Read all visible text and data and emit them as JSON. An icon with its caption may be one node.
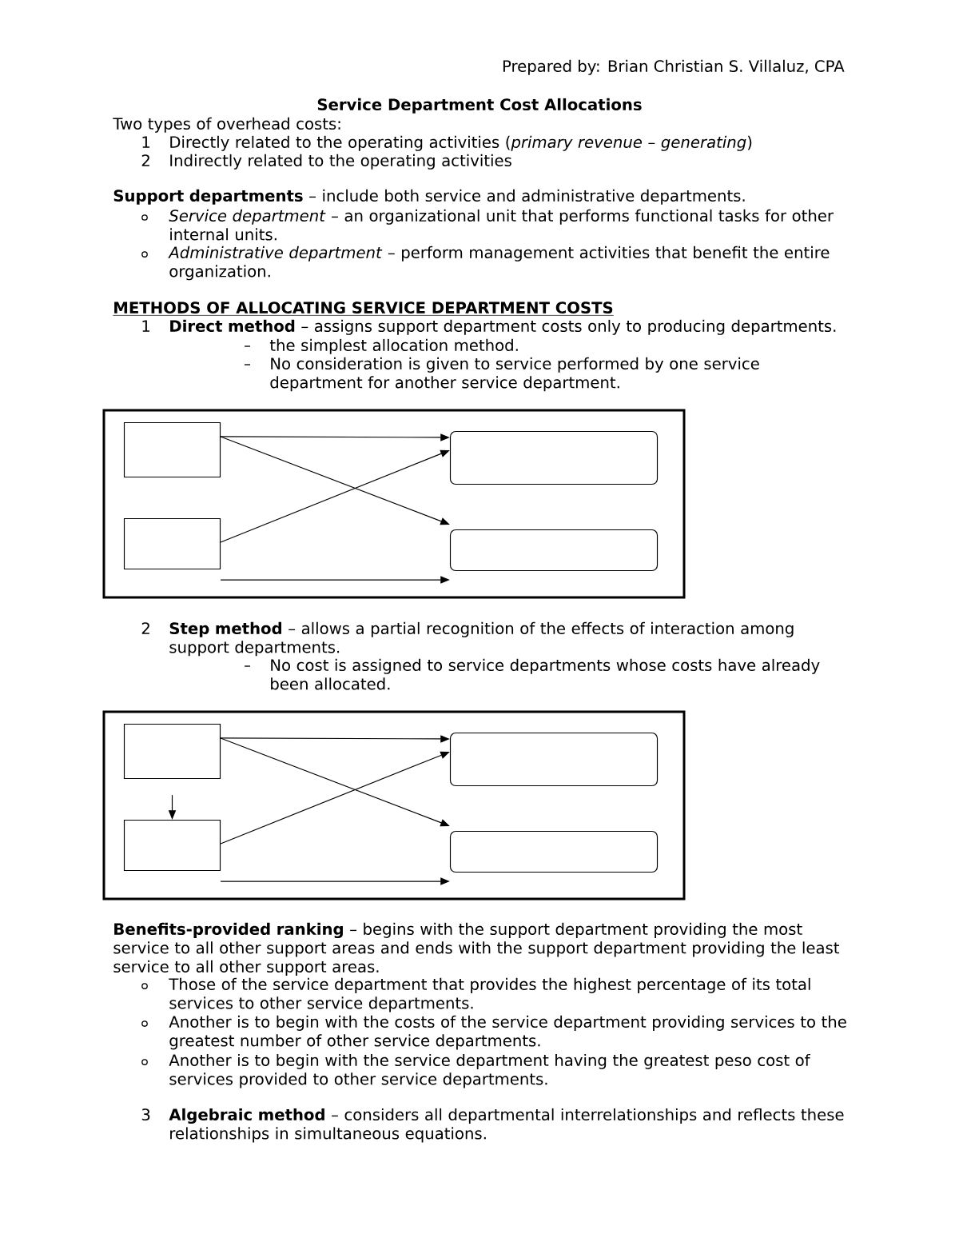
{
  "diagram": {
    "title": "Service Department Cost Allocations",
    "nodes": [
      {
        "text": [],
        "shape": "box"
      },
      {
        "text": [],
        "shape": "box",
        "in": 0
      },
      {
        "text": [],
        "shape": "box",
        "in": 0
      },
      {
        "text": [],
        "shape": "box",
        "in": 0
      },
      {
        "text": [],
        "shape": "box",
        "in": 0
      },
      {
        "text": [],
        "shape": "box"
      },
      {
        "text": [],
        "shape": "box",
        "in": 5
      },
      {
        "text": [],
        "shape": "box",
        "in": 5
      },
      {
        "text": [],
        "shape": "box",
        "in": 5
      },
      {
        "text": [],
        "shape": "box",
        "in": 5
      }
    ],
    "edges": [
      {
        "from": 1,
        "to": 3,
        "arrow": "to"
      },
      {
        "from": 1,
        "to": 4,
        "arrow": "to"
      },
      {
        "from": 2,
        "to": 3,
        "arrow": "to"
      },
      {
        "from": 2,
        "to": 4,
        "arrow": "to"
      },
      {
        "from": 6,
        "to": 8,
        "arrow": "to"
      },
      {
        "from": 6,
        "to": 9,
        "arrow": "to"
      },
      {
        "from": 7,
        "to": 8,
        "arrow": "to"
      },
      {
        "from": 6,
        "to": 7,
        "arrow": "to"
      },
      {
        "from": 7,
        "to": 9,
        "arrow": "to"
      }
    ],
    "labels": [
      "Prepared by: Brian Christian S. Villaluz, CPA",
      "Two types of overhead costs:",
      "1",
      "Directly related to the operating activities (*primary revenue – generating*)",
      "2",
      "Indirectly related to the operating activities",
      "**Support departments** – include both service and administrative departments.",
      "*Service department* – an organizational unit that performs functional tasks for other internal units.",
      "*Administrative department* – perform management activities that benefit the entire organization.",
      "METHODS OF ALLOCATING SERVICE DEPARTMENT COSTS",
      "1",
      "**Direct method** – assigns support department costs only to producing departments.",
      "the simplest allocation method.",
      "No consideration is given to service performed by one service department for another service department.",
      "2",
      "**Step method** – allows a partial recognition of the effects of interaction among support departments.",
      "No cost is assigned to service departments whose costs have already been allocated.",
      "**Benefits-provided ranking** – begins with the support department providing the most service to all other support areas and ends with the support department providing the least service to all other support areas.",
      "Those of the service department that provides the highest percentage of its total services to other service departments.",
      "Another is to begin with the costs of the service department providing services to the greatest number of other service departments.",
      "Another is to begin with the service department having the greatest peso cost of services provided to other service departments.",
      "3",
      "**Algebraic method** – considers all departmental interrelationships and reflects these relationships in simultaneous equations."
    ]
  }
}
